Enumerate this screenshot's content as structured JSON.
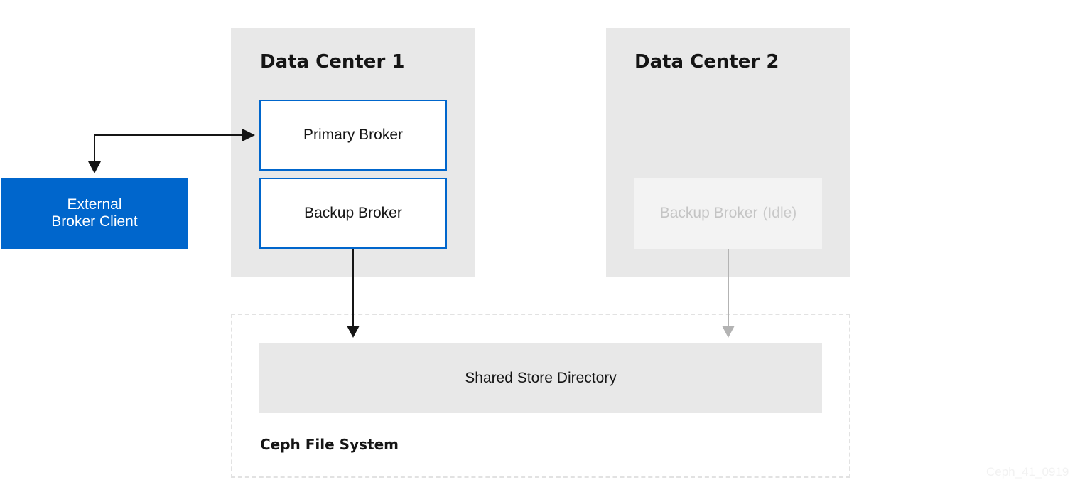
{
  "data_centers": [
    {
      "title": "Data Center 1"
    },
    {
      "title": "Data Center 2"
    }
  ],
  "brokers": {
    "primary": "Primary Broker",
    "backup": "Backup Broker",
    "backup_idle": "Backup Broker",
    "backup_idle_suffix": "(Idle)"
  },
  "client": {
    "line1": "External",
    "line2": "Broker Client"
  },
  "file_system": {
    "store": "Shared Store Directory",
    "label": "Ceph File System"
  },
  "figure_code": "Ceph_41_0919",
  "colors": {
    "accent": "#0066cc",
    "panel": "#e8e8e8",
    "arrow": "#151515",
    "arrow_idle": "#b3b3b3"
  }
}
